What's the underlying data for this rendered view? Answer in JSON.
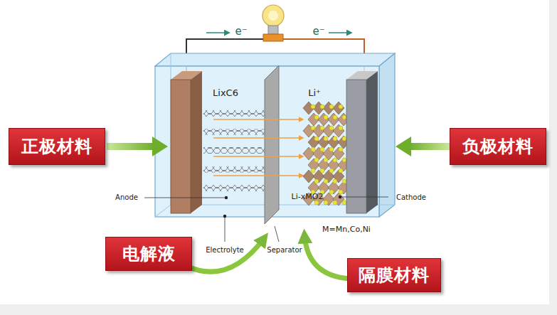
{
  "diagram": {
    "nodes": [
      {
        "text": [
          "正极材料"
        ]
      },
      {
        "text": [
          "负极材料"
        ]
      },
      {
        "text": [
          "电解液"
        ]
      },
      {
        "text": [
          "隔膜材料"
        ]
      }
    ],
    "labels": [
      "e⁻",
      "e⁻",
      "LixC6",
      "Li⁺",
      "Anode",
      "Electrolyte",
      "Separator",
      "Li-xMO2",
      "Cathode",
      "M=Mn,Co,Ni"
    ]
  }
}
